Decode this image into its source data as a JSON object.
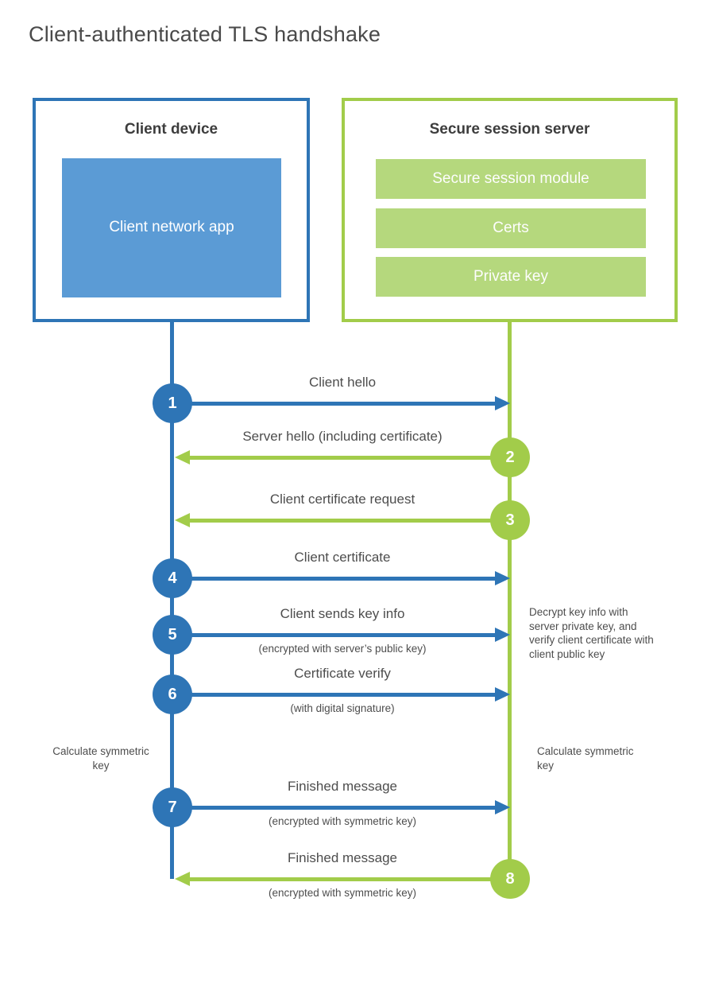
{
  "title": "Client-authenticated TLS handshake",
  "palette": {
    "client_blue": "#2e75b6",
    "client_fill_blue": "#5b9bd5",
    "server_green": "#a2cc4a",
    "server_fill_green": "#b5d87d",
    "text_gray": "#4d4d4d"
  },
  "client_box": {
    "title": "Client device",
    "app_label": "Client network app"
  },
  "server_box": {
    "title": "Secure session server",
    "modules": [
      "Secure session module",
      "Certs",
      "Private key"
    ]
  },
  "messages": [
    {
      "num": "1",
      "label": "Client hello",
      "direction": "client-to-server"
    },
    {
      "num": "2",
      "label": "Server hello (including certificate)",
      "direction": "server-to-client"
    },
    {
      "num": "3",
      "label": "Client certificate request",
      "direction": "server-to-client"
    },
    {
      "num": "4",
      "label": "Client certificate",
      "direction": "client-to-server"
    },
    {
      "num": "5",
      "label": "Client sends key info",
      "sub": "(encrypted with server’s public key)",
      "direction": "client-to-server"
    },
    {
      "num": "6",
      "label": "Certificate verify",
      "sub": "(with digital signature)",
      "direction": "client-to-server"
    },
    {
      "num": "7",
      "label": "Finished message",
      "sub": "(encrypted with symmetric key)",
      "direction": "client-to-server"
    },
    {
      "num": "8",
      "label": "Finished message",
      "sub": "(encrypted with symmetric key)",
      "direction": "server-to-client"
    }
  ],
  "annotations": {
    "decrypt_note": "Decrypt key info with server private key, and verify client certificate with client public key",
    "calc_left": "Calculate symmetric key",
    "calc_right": "Calculate symmetric key"
  }
}
